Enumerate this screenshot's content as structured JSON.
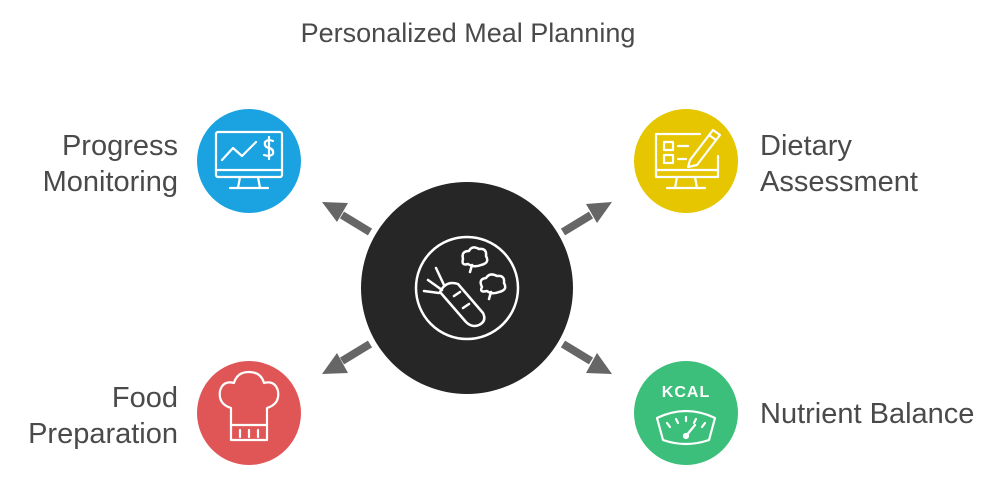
{
  "title": "Personalized Meal Planning",
  "center": {
    "icon": "carrot-broccoli-icon",
    "color": "#262626"
  },
  "nodes": [
    {
      "id": "progress-monitoring",
      "label_lines": [
        "Progress",
        "Monitoring"
      ],
      "icon": "monitor-chart-dollar-icon",
      "color": "#1aa3e0"
    },
    {
      "id": "dietary-assessment",
      "label_lines": [
        "Dietary",
        "Assessment"
      ],
      "icon": "checklist-pencil-monitor-icon",
      "color": "#e5c600"
    },
    {
      "id": "food-preparation",
      "label_lines": [
        "Food",
        "Preparation"
      ],
      "icon": "chef-hat-icon",
      "color": "#e05656"
    },
    {
      "id": "nutrient-balance",
      "label_lines": [
        "Nutrient Balance"
      ],
      "icon": "kcal-scale-icon",
      "icon_text": "KCAL",
      "color": "#3cbf7a"
    }
  ],
  "arrow_color": "#666666"
}
